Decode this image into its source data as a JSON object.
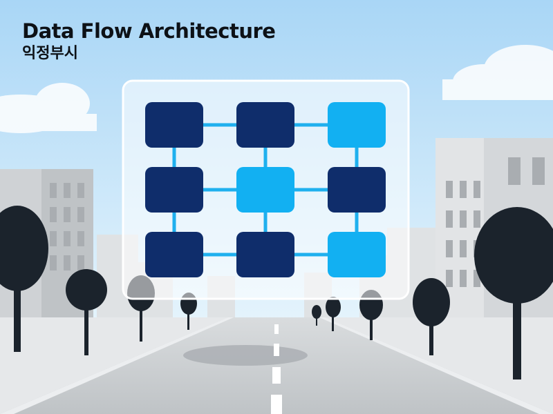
{
  "header": {
    "title": "Data Flow Architecture",
    "subtitle": "익정부시"
  },
  "colors": {
    "sky_top": "#a9d6f6",
    "sky_bottom": "#e5f4fc",
    "node_dark": "#0f2d6b",
    "node_light": "#12b0f2",
    "connector": "#1fb0ee",
    "tree": "#1b232c",
    "road": "#c7cacd"
  },
  "diagram": {
    "rows": [
      [
        "dark",
        "dark",
        "light"
      ],
      [
        "dark",
        "light",
        "dark"
      ],
      [
        "dark",
        "dark",
        "light"
      ]
    ],
    "horizontal_links": [
      [
        0,
        0,
        0,
        1
      ],
      [
        0,
        1,
        0,
        2
      ],
      [
        1,
        0,
        1,
        1
      ],
      [
        1,
        1,
        1,
        2
      ],
      [
        2,
        0,
        2,
        1
      ],
      [
        2,
        1,
        2,
        2
      ]
    ],
    "vertical_links": [
      [
        0,
        0,
        1,
        0
      ],
      [
        1,
        0,
        2,
        0
      ],
      [
        0,
        1,
        1,
        1
      ],
      [
        1,
        1,
        2,
        1
      ],
      [
        0,
        2,
        1,
        2
      ],
      [
        1,
        2,
        2,
        2
      ]
    ]
  }
}
